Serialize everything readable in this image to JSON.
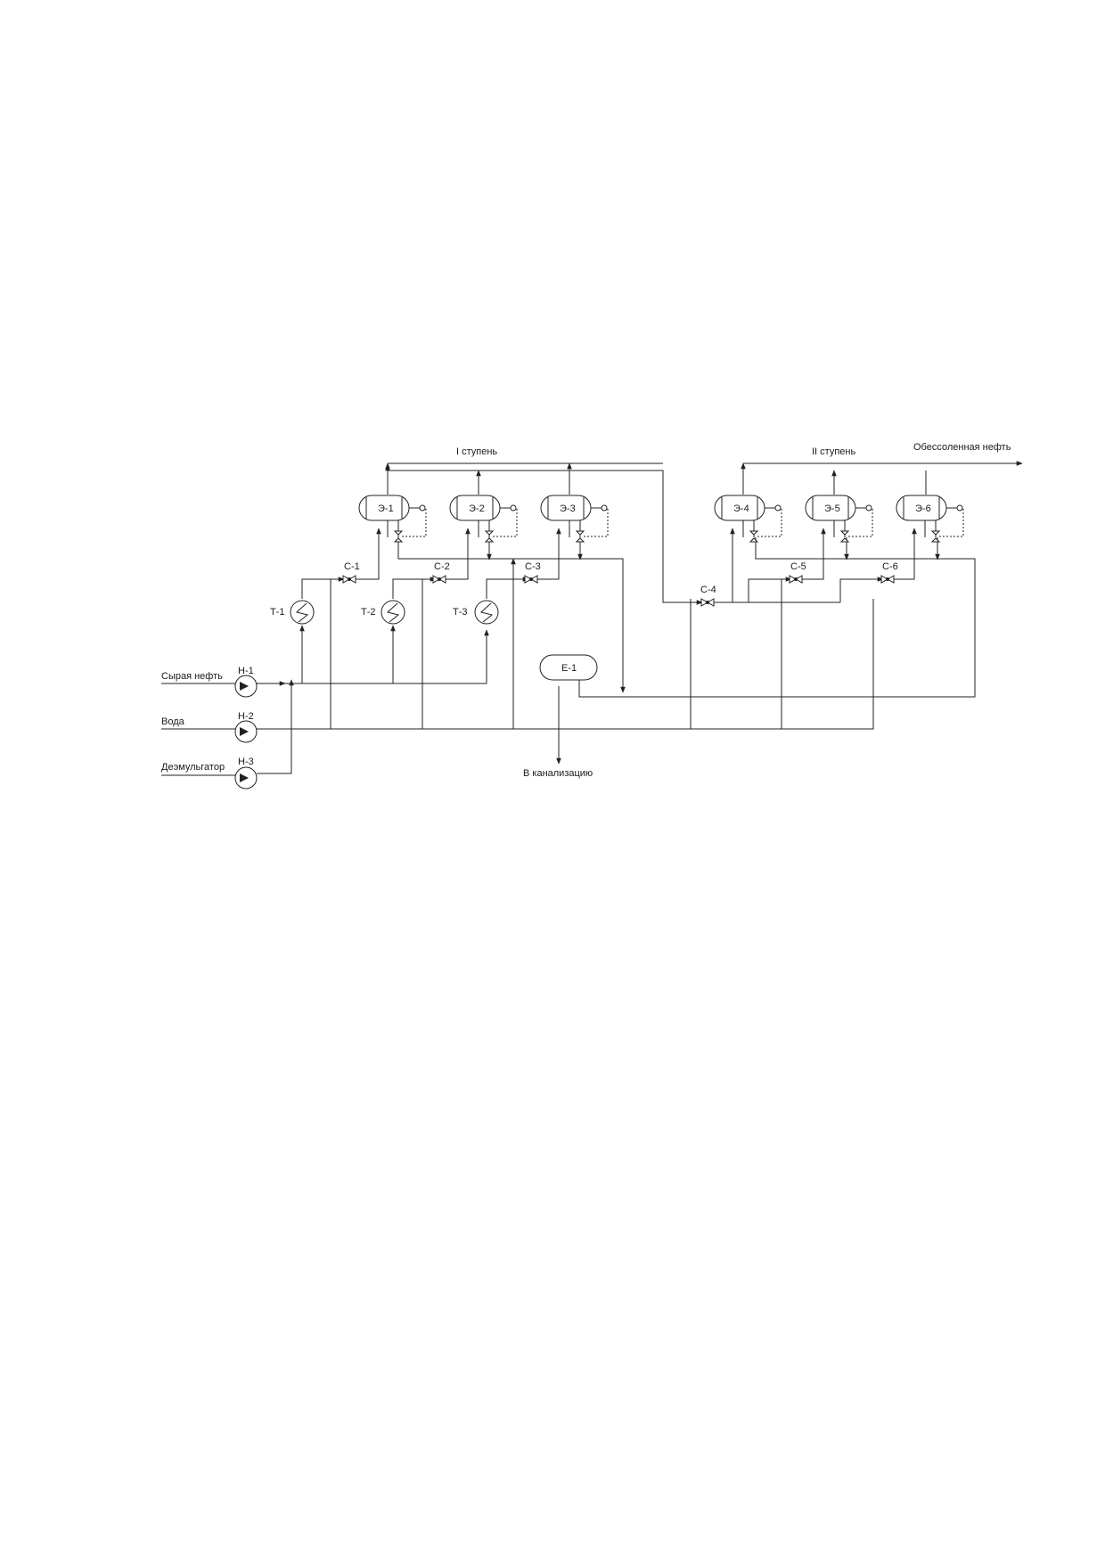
{
  "streams": {
    "crude_oil": "Сырая нефть",
    "water": "Вода",
    "demulsifier": "Деэмульгатор",
    "desalted_oil": "Обессоленная нефть",
    "to_sewer": "В канализацию"
  },
  "stages": {
    "stage1": "I ступень",
    "stage2": "II ступень"
  },
  "pumps": [
    "Н-1",
    "Н-2",
    "Н-3"
  ],
  "heat_exchangers": [
    "Т-1",
    "Т-2",
    "Т-3"
  ],
  "mixers": [
    "С-1",
    "С-2",
    "С-3",
    "С-4",
    "С-5",
    "С-6"
  ],
  "electrodehydrators": [
    "Э-1",
    "Э-2",
    "Э-3",
    "Э-4",
    "Э-5",
    "Э-6"
  ],
  "tank": "Е-1"
}
